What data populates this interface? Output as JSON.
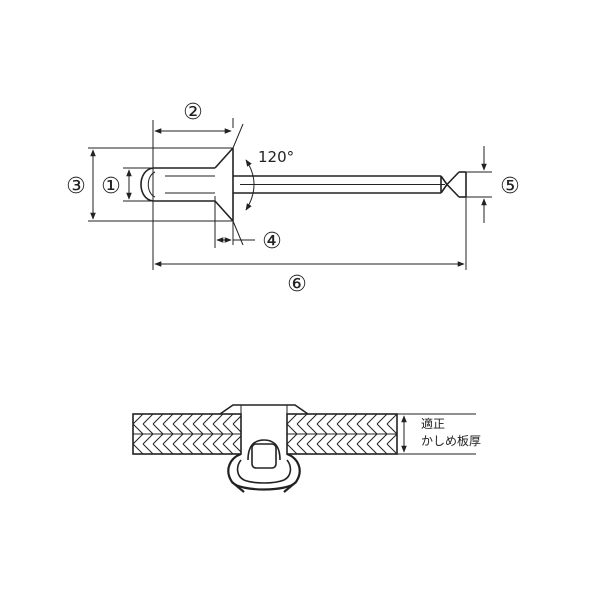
{
  "dimension_labels": {
    "d1": "①",
    "d2": "②",
    "d3": "③",
    "d4": "④",
    "d5": "⑤",
    "d6": "⑥"
  },
  "angle_label": "120°",
  "grip_range": {
    "line1": "適正",
    "line2": "かしめ板厚"
  }
}
